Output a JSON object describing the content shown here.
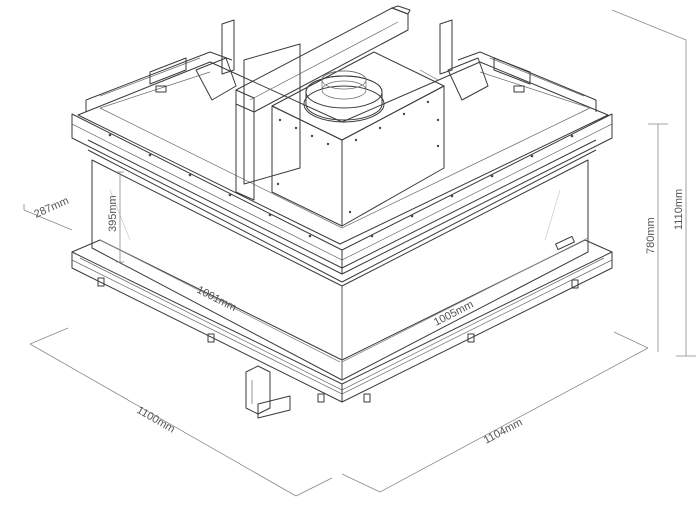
{
  "dimensions": {
    "depth_left": "287mm",
    "glass_height": "395mm",
    "front_width_left": "1001mm",
    "front_width_right": "1005mm",
    "base_width_left": "1100mm",
    "base_width_right": "1104mm",
    "inner_height": "780mm",
    "total_height": "1110mm"
  },
  "colors": {
    "glass": "#e4f6f3",
    "steel": "#ffffff",
    "line": "#3a3a3a"
  }
}
